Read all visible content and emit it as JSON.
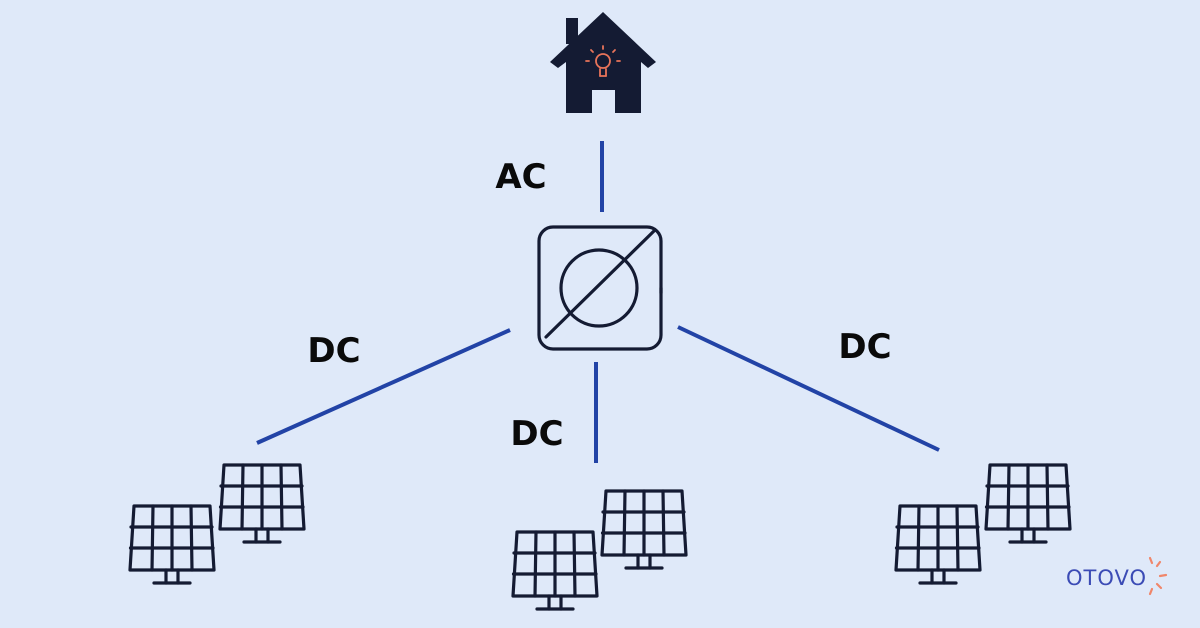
{
  "labels": {
    "ac": "AC",
    "dc_left": "DC",
    "dc_center": "DC",
    "dc_right": "DC"
  },
  "logo": {
    "text": "OTOVO",
    "text_color": "#3b4bb5",
    "sun_color": "#f0866a"
  },
  "colors": {
    "background": "#dfe9f9",
    "wire": "#2243a6",
    "icon_ink": "#141b33",
    "house": "#141b33",
    "bulb": "#e8745a"
  },
  "icons": {
    "house": "house-with-lightbulb-icon",
    "inverter": "inverter-icon",
    "panels": "solar-panel-pair-icon"
  }
}
